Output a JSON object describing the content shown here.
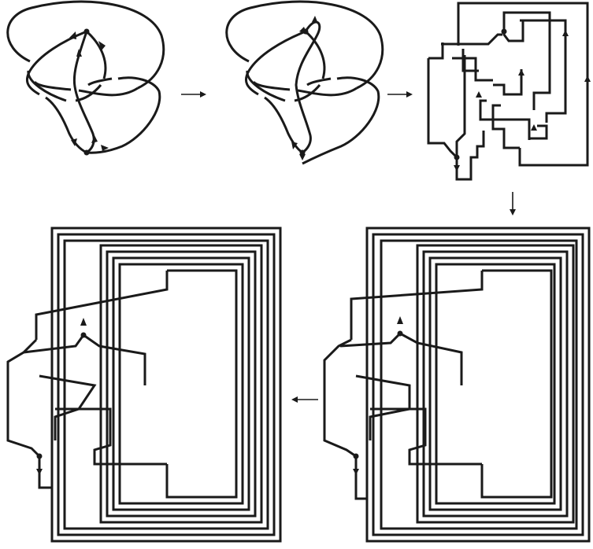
{
  "figure": {
    "panels": [
      {
        "name": "panel-1-spatial-graph-diagram"
      },
      {
        "name": "panel-2-modified-graph-diagram"
      },
      {
        "name": "panel-3-rectilinear-diagram"
      },
      {
        "name": "panel-4-grid-diagram"
      },
      {
        "name": "panel-5-grid-diagram-final"
      }
    ],
    "transitions": [
      "right",
      "right",
      "down",
      "left"
    ],
    "colors": {
      "ink": "#1a1a1a",
      "background": "#ffffff"
    }
  }
}
